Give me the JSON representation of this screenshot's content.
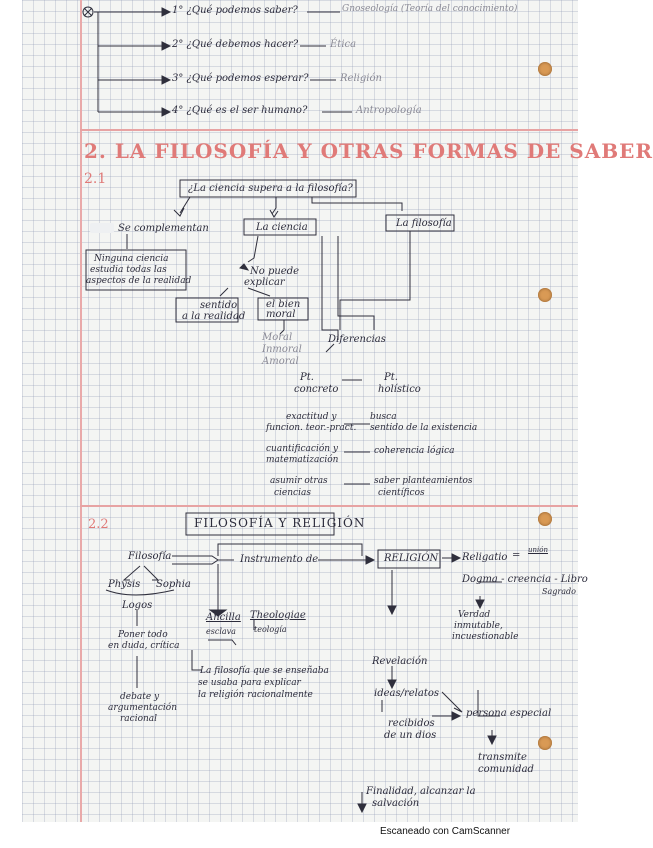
{
  "top": {
    "q1": "1° ¿Qué podemos saber?",
    "a1": "Gnoseología (Teoría del conocimiento)",
    "q2": "2° ¿Qué debemos hacer?",
    "a2": "Ética",
    "q3": "3° ¿Qué podemos esperar?",
    "a3": "Religión",
    "q4": "4° ¿Qué es el ser humano?",
    "a4": "Antropología"
  },
  "section2": {
    "heading": "2. LA FILOSOFÍA Y OTRAS FORMAS DE SABER",
    "sub": "2.1",
    "question": "¿La ciencia supera a la filosofía?",
    "se_comprenden": "Se complementan",
    "ninguna": [
      "Ninguna ciencia",
      "estudia todas las",
      "aspectos de la realidad"
    ],
    "la_ciencia": "La ciencia",
    "la_filosofia": "La filosofía",
    "no_puede": [
      "No puede",
      "explicar"
    ],
    "sentido": [
      "sentido",
      "a la realidad"
    ],
    "bien_moral": [
      "el bien",
      "moral"
    ],
    "moral_list": [
      "Moral",
      "Inmoral",
      "Amoral"
    ],
    "diferencias": "Diferencias",
    "diff_rows": [
      {
        "left": [
          "Pt.",
          "concreto"
        ],
        "right": [
          "Pt.",
          "holístico"
        ]
      },
      {
        "left": [
          "exactitud y",
          "funcion. teor.-pract."
        ],
        "right": [
          "busca",
          "sentido de la existencia"
        ]
      },
      {
        "left": [
          "cuantificación y",
          "matematización"
        ],
        "right": [
          "coherencia lógica"
        ]
      },
      {
        "left": [
          "asumir otras",
          "ciencias"
        ],
        "right": [
          "saber planteamientos",
          "científicos"
        ]
      }
    ]
  },
  "section22": {
    "sub": "2.2",
    "title": "FILOSOFÍA Y RELIGIÓN",
    "filosofia": "Filosofía",
    "instrumento": "Instrumento de",
    "religion": "RELIGIÓN",
    "religatio": "Religatio",
    "religatio_eq": "unión",
    "dogma": "Dogma - creencia - Libro",
    "sagrado": "Sagrado",
    "verdad": [
      "Verdad",
      "inmutable,",
      "incuestionable"
    ],
    "physis": "Physis",
    "sophia": "Sophia",
    "logos": "Logos",
    "poner": [
      "Poner todo",
      "en duda, crítica"
    ],
    "debate": [
      "debate y",
      "argumentación",
      "racional"
    ],
    "ancilla": "Ancilla",
    "esclava": "esclava",
    "theologiae": "Theologiae",
    "teologia": "teología",
    "la_filosofia_quote": [
      "La filosofía que se enseñaba",
      "se usaba para explicar",
      "la religión racionalmente"
    ],
    "revelacion": "Revelación",
    "ideas": "ideas/relatos",
    "persona": "persona especial",
    "recibidos": [
      "recibidos",
      "de un dios"
    ],
    "transmite": [
      "transmite",
      "comunidad"
    ],
    "finalidad": [
      "Finalidad, alcanzar la",
      "salvación"
    ]
  },
  "footer": "Escaneado con CamScanner"
}
